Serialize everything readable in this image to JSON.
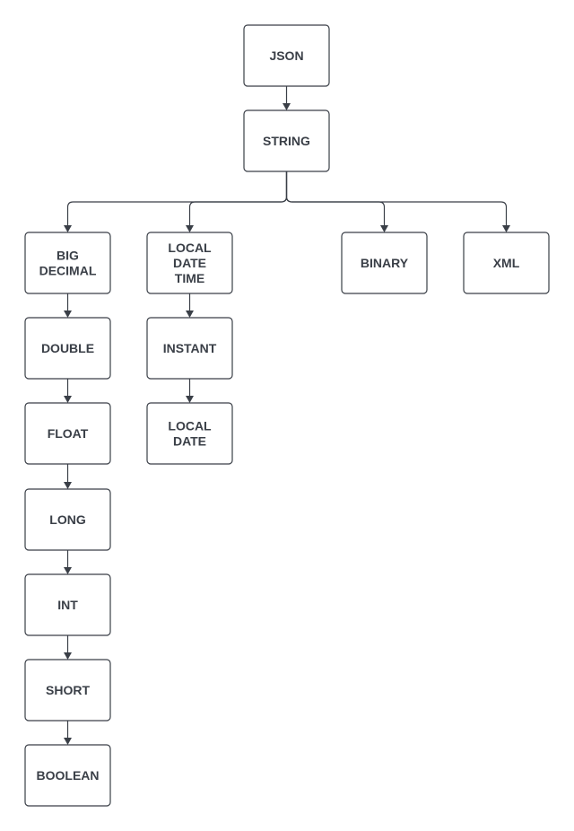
{
  "diagram": {
    "nodes": [
      {
        "id": "json",
        "label": "JSON"
      },
      {
        "id": "string",
        "label": "STRING"
      },
      {
        "id": "bigdecimal",
        "label": "BIG\nDECIMAL"
      },
      {
        "id": "double",
        "label": "DOUBLE"
      },
      {
        "id": "float",
        "label": "FLOAT"
      },
      {
        "id": "long",
        "label": "LONG"
      },
      {
        "id": "int",
        "label": "INT"
      },
      {
        "id": "short",
        "label": "SHORT"
      },
      {
        "id": "boolean",
        "label": "BOOLEAN"
      },
      {
        "id": "localdatetime",
        "label": "LOCAL\nDATE\nTIME"
      },
      {
        "id": "instant",
        "label": "INSTANT"
      },
      {
        "id": "localdate",
        "label": "LOCAL\nDATE"
      },
      {
        "id": "binary",
        "label": "BINARY"
      },
      {
        "id": "xml",
        "label": "XML"
      }
    ],
    "edges": [
      {
        "from": "json",
        "to": "string"
      },
      {
        "from": "string",
        "to": "bigdecimal"
      },
      {
        "from": "string",
        "to": "localdatetime"
      },
      {
        "from": "string",
        "to": "binary"
      },
      {
        "from": "string",
        "to": "xml"
      },
      {
        "from": "bigdecimal",
        "to": "double"
      },
      {
        "from": "double",
        "to": "float"
      },
      {
        "from": "float",
        "to": "long"
      },
      {
        "from": "long",
        "to": "int"
      },
      {
        "from": "int",
        "to": "short"
      },
      {
        "from": "short",
        "to": "boolean"
      },
      {
        "from": "localdatetime",
        "to": "instant"
      },
      {
        "from": "instant",
        "to": "localdate"
      }
    ],
    "colors": {
      "stroke": "#3a3f47",
      "text": "#3a3f47",
      "fill": "#ffffff"
    }
  }
}
